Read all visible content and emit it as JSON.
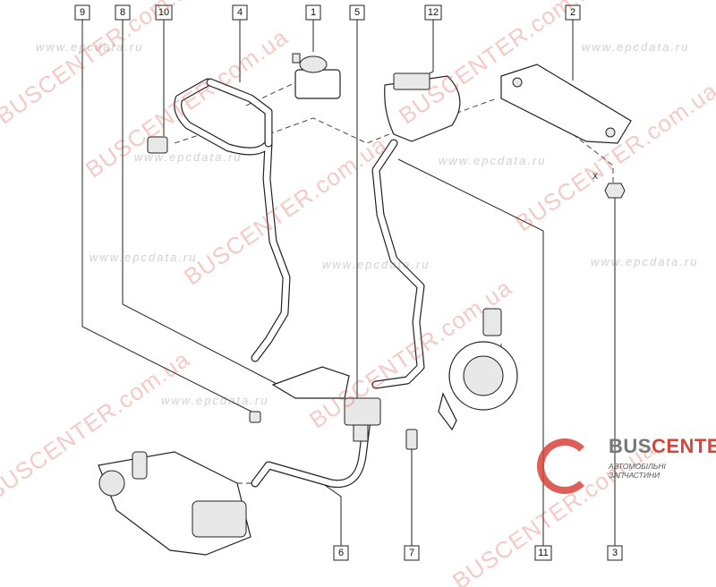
{
  "diagram": {
    "callouts_top": [
      "9",
      "8",
      "10",
      "4",
      "1",
      "5",
      "12",
      "2"
    ],
    "callouts_bottom": [
      "6",
      "7",
      "11",
      "3"
    ],
    "dimension_mark": "X"
  },
  "watermarks": {
    "shop": "BUSCENTER.com.ua",
    "catalog": "www.epcdata.ru"
  },
  "logo": {
    "brand_part1": "BUS",
    "brand_part2": "CENTER",
    "tagline": "АВТОМОБІЛЬНІ ЗАПЧАСТИНИ"
  },
  "colors": {
    "watermark": "#dc3c32",
    "logo_accent": "#d9443a"
  }
}
